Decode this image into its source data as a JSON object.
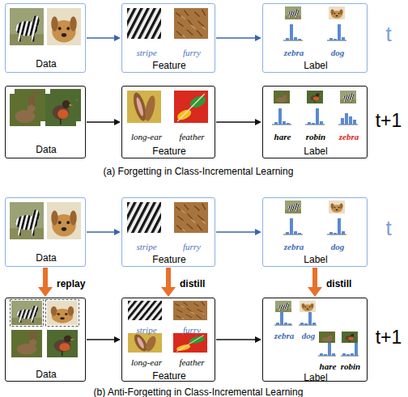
{
  "diagram": {
    "nodes": [
      {
        "text": [
          "Data"
        ]
      },
      {
        "text": [
          "stripe",
          "furry",
          "Feature"
        ]
      },
      {
        "text": [
          "zebra",
          "dog",
          "Label"
        ]
      },
      {
        "text": [
          "Data"
        ]
      },
      {
        "text": [
          "long-ear",
          "feather",
          "Feature"
        ]
      },
      {
        "text": [
          "hare",
          "robin",
          "zebra",
          "Label"
        ]
      },
      {
        "text": [
          "Data"
        ]
      },
      {
        "text": [
          "stripe",
          "furry",
          "Feature"
        ]
      },
      {
        "text": [
          "zebra",
          "dog",
          "Label"
        ]
      },
      {
        "text": [
          "Data"
        ]
      },
      {
        "text": [
          "stripe",
          "furry",
          "long-ear",
          "feather",
          "Feature"
        ]
      },
      {
        "text": [
          "zebra",
          "dog",
          "hare",
          "robin",
          "Label"
        ]
      }
    ],
    "edges": [
      {
        "from": 0,
        "to": 1,
        "arrow": "to"
      },
      {
        "from": 1,
        "to": 2,
        "arrow": "to"
      },
      {
        "from": 3,
        "to": 4,
        "arrow": "to"
      },
      {
        "from": 4,
        "to": 5,
        "arrow": "to"
      },
      {
        "from": 6,
        "to": 7,
        "arrow": "to"
      },
      {
        "from": 7,
        "to": 8,
        "arrow": "to"
      },
      {
        "from": 9,
        "to": 10,
        "arrow": "to"
      },
      {
        "from": 10,
        "to": 11,
        "arrow": "to"
      },
      {
        "from": 6,
        "to": 9,
        "arrow": "to",
        "label": "replay"
      },
      {
        "from": 7,
        "to": 10,
        "arrow": "to",
        "label": "distill"
      },
      {
        "from": 8,
        "to": 11,
        "arrow": "to",
        "label": "distill"
      }
    ],
    "labels": [
      "t",
      "t+1",
      "(a) Forgetting in Class-Incremental Learning",
      "t",
      "t+1",
      "(b) Anti-Forgetting in Class-Incremental Learning"
    ]
  }
}
